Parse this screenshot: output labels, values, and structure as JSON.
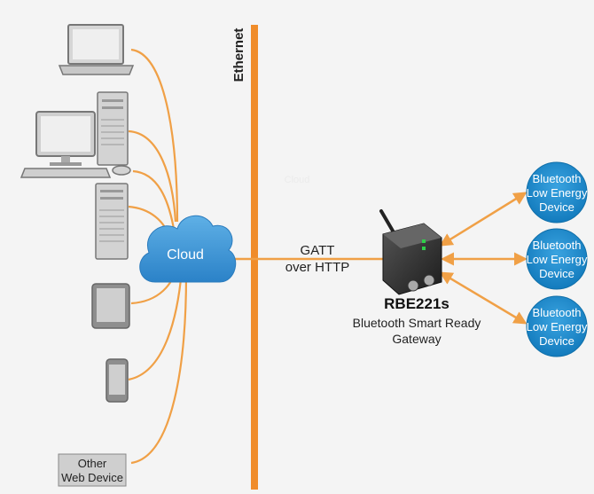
{
  "ethernet_label": "Ethernet",
  "cloud_label": "Cloud",
  "cloud_faint_label": "Cloud",
  "link_label_line1": "GATT",
  "link_label_line2": "over HTTP",
  "gateway": {
    "model": "RBE221s",
    "desc_line1": "Bluetooth Smart Ready",
    "desc_line2": "Gateway"
  },
  "ble_devices": [
    {
      "line1": "Bluetooth",
      "line2": "Low Energy",
      "line3": "Device"
    },
    {
      "line1": "Bluetooth",
      "line2": "Low Energy",
      "line3": "Device"
    },
    {
      "line1": "Bluetooth",
      "line2": "Low Energy",
      "line3": "Device"
    }
  ],
  "other_device": {
    "line1": "Other",
    "line2": "Web Device"
  },
  "colors": {
    "accent": "#f0a046",
    "ethernet": "#f08c2a",
    "ble": "#1f86c7",
    "cloud": "#3f97d6"
  }
}
